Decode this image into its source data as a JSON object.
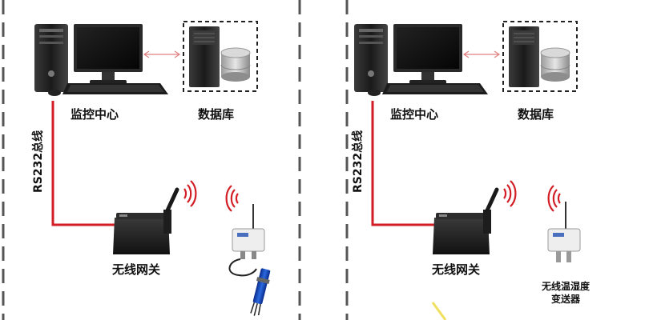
{
  "panels": [
    {
      "monitor_center": "监控中心",
      "database": "数据库",
      "bus": "RS232总线",
      "gateway": "无线网关",
      "sensor_name_line1": "",
      "sensor_name_line2": ""
    },
    {
      "monitor_center": "监控中心",
      "database": "数据库",
      "bus": "RS232总线",
      "gateway": "无线网关",
      "sensor_name_line1": "无线温湿度",
      "sensor_name_line2": "变送器"
    }
  ],
  "colors": {
    "bus_line": "#d21e24",
    "divider": "#555555",
    "signal": "#d21e24",
    "link_arrow": "#e08080"
  },
  "icons": [
    "computer-icon",
    "server-icon",
    "database-icon",
    "gateway-icon",
    "antenna-icon",
    "wireless-signal-icon",
    "sensor-icon",
    "probe-icon"
  ]
}
